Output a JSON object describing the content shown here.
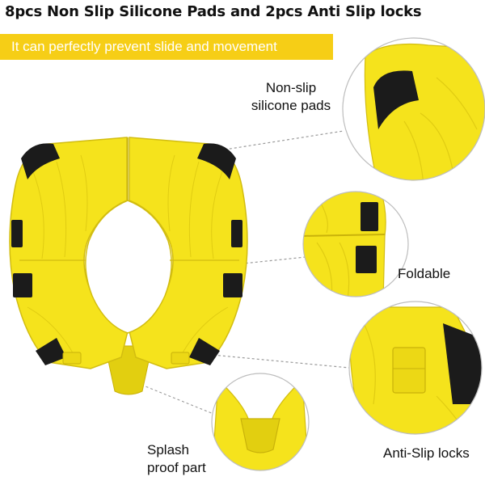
{
  "title": "8pcs Non Slip Silicone Pads and 2pcs Anti Slip locks",
  "banner": "It can perfectly prevent slide and movement",
  "features": {
    "pads": {
      "line1": "Non-slip",
      "line2": "silicone pads"
    },
    "foldable": "Foldable",
    "locks": "Anti-Slip locks",
    "splash": {
      "line1": "Splash",
      "line2": "proof part"
    }
  },
  "colors": {
    "accent_yellow": "#f6ce16",
    "product_yellow": "#f5e31c",
    "pad_black": "#1b1b1b",
    "connector_line": "#9a9a9a"
  }
}
